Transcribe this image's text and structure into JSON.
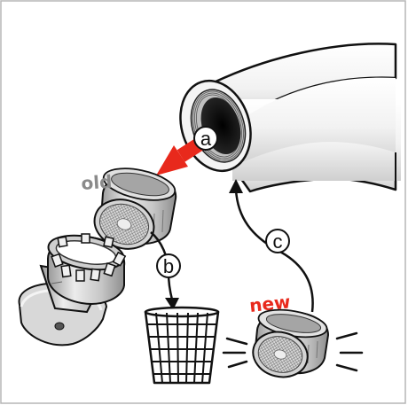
{
  "labels": {
    "old": "old",
    "new": "new",
    "step_a": "a",
    "step_b": "b",
    "step_c": "c"
  },
  "colors": {
    "old_label": "#8a8a8a",
    "new_label": "#e8291c",
    "remove_arrow": "#e8291c",
    "outline": "#111111",
    "metal_light": "#e9e9e9",
    "metal_mid": "#bdbdbd",
    "metal_dark": "#8c8c8c",
    "background": "#ffffff"
  },
  "icons": {
    "faucet": "faucet-spout",
    "aerator_old": "aerator-old",
    "aerator_new": "aerator-new",
    "wrench": "aerator-key-tool",
    "trash": "wastebasket"
  }
}
